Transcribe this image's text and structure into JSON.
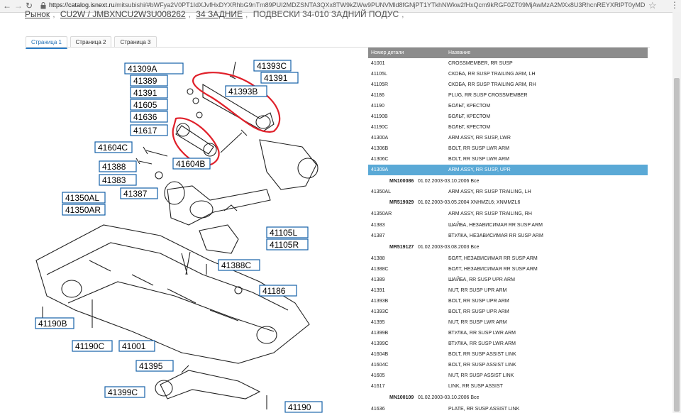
{
  "browser": {
    "url_host": "https://catalog.isnext.ru",
    "url_rest": "/mitsubishi/#bWFya2V0PT1IdXJvfHxDYXRhbG9nTm89PUI2MDZSNTA3QXx8TW9kZWw9PUNVMld8fGNjPT1YTkhNWkw2fHxQcm9kRGF0ZT09MjAwMzA2MXx8U3RhcnREYXRlPT0yMDAzMDIxfHxFbmREYXRlPT0yMDA..."
  },
  "breadcrumbs": [
    "Рынок",
    "CU2W / JMBXNCU2W3U008262",
    "34 ЗАДНИЕ",
    "ПОДВЕСКИ 34-010 ЗАДНИЙ ПОДУС"
  ],
  "tabs": [
    {
      "label": "Страница 1",
      "active": true
    },
    {
      "label": "Страница 2",
      "active": false
    },
    {
      "label": "Страница 3",
      "active": false
    }
  ],
  "diagram": {
    "callouts": [
      "41309A",
      "41393C",
      "41389",
      "41391",
      "41393B",
      "41391",
      "41605",
      "41636",
      "41617",
      "41604C",
      "41604B",
      "41388",
      "41383",
      "41350AL",
      "41350AR",
      "41387",
      "41105L",
      "41105R",
      "41388C",
      "41186",
      "41190B",
      "41190C",
      "41001",
      "41395",
      "41399C",
      "41190"
    ]
  },
  "table": {
    "headers": [
      "Номер детали",
      "Название"
    ],
    "rows": [
      {
        "part": "41001",
        "name": "CROSSMEMBER, RR SUSP"
      },
      {
        "part": "41105L",
        "name": "СКОБА, RR SUSP TRAILING ARM, LH"
      },
      {
        "part": "41105R",
        "name": "СКОБА, RR SUSP TRAILING ARM, RH"
      },
      {
        "part": "41186",
        "name": "PLUG, RR SUSP CROSSMEMBER"
      },
      {
        "part": "41190",
        "name": "БОЛЬТ, КРЕСТОМ"
      },
      {
        "part": "41190B",
        "name": "БОЛЬТ, КРЕСТОМ"
      },
      {
        "part": "41190C",
        "name": "БОЛЬТ, КРЕСТОМ"
      },
      {
        "part": "41300A",
        "name": "ARM ASSY, RR SUSP, LWR"
      },
      {
        "part": "41306B",
        "name": "BOLT, RR SUSP LWR ARM"
      },
      {
        "part": "41306C",
        "name": "BOLT, RR SUSP LWR ARM"
      },
      {
        "part": "41309A",
        "name": "ARM ASSY, RR SUSP, UPR",
        "selected": true
      },
      {
        "sub": "MN100086",
        "detail": "01.02.2003-03.10.2006 Все"
      },
      {
        "part": "41350AL",
        "name": "ARM ASSY, RR SUSP TRAILING, LH"
      },
      {
        "sub": "MR519029",
        "detail": "01.02.2003-03.05.2004 XNHMZL6; XNMMZL6"
      },
      {
        "part": "41350AR",
        "name": "ARM ASSY, RR SUSP TRAILING, RH"
      },
      {
        "part": "41383",
        "name": "ШАЙБА, НЕЗАВИСИМАЯ RR SUSP ARM"
      },
      {
        "part": "41387",
        "name": "ВТУЛКА, НЕЗАВИСИМАЯ RR SUSP ARM"
      },
      {
        "sub": "MR519127",
        "detail": "01.02.2003-03.08.2003 Все"
      },
      {
        "part": "41388",
        "name": "БОЛТ, НЕЗАВИСИМАЯ RR SUSP ARM"
      },
      {
        "part": "41388C",
        "name": "БОЛТ, НЕЗАВИСИМАЯ RR SUSP ARM"
      },
      {
        "part": "41389",
        "name": "ШАЙБА, RR SUSP UPR ARM"
      },
      {
        "part": "41391",
        "name": "NUT, RR SUSP UPR ARM"
      },
      {
        "part": "41393B",
        "name": "BOLT, RR SUSP UPR ARM"
      },
      {
        "part": "41393C",
        "name": "BOLT, RR SUSP UPR ARM"
      },
      {
        "part": "41395",
        "name": "NUT, RR SUSP LWR ARM"
      },
      {
        "part": "41399B",
        "name": "ВТУЛКА, RR SUSP LWR ARM"
      },
      {
        "part": "41399C",
        "name": "ВТУЛКА, RR SUSP LWR ARM"
      },
      {
        "part": "41604B",
        "name": "BOLT, RR SUSP ASSIST LINK"
      },
      {
        "part": "41604C",
        "name": "BOLT, RR SUSP ASSIST LINK"
      },
      {
        "part": "41605",
        "name": "NUT, RR SUSP ASSIST LINK"
      },
      {
        "part": "41617",
        "name": "LINK, RR SUSP ASSIST"
      },
      {
        "sub": "MN100109",
        "detail": "01.02.2003-03.10.2006 Все"
      },
      {
        "part": "41636",
        "name": "PLATE, RR SUSP ASSIST LINK"
      }
    ]
  },
  "colors": {
    "selected_row": "#5aa9d6",
    "header_bg": "#8c8c8c",
    "highlight_ellipse": "#e0202a",
    "callout_border": "#1560a8"
  }
}
